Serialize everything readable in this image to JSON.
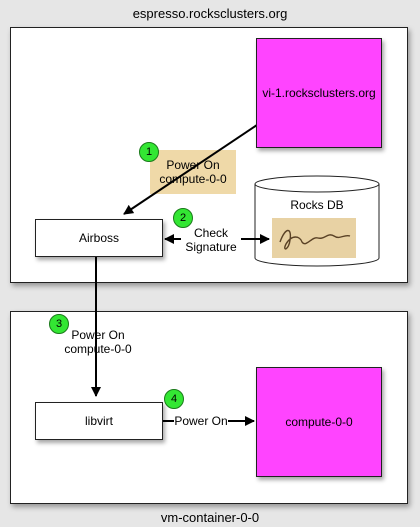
{
  "top_host": {
    "label": "espresso.rocksclusters.org"
  },
  "bottom_host": {
    "label": "vm-container-0-0"
  },
  "nodes": {
    "vi1": "vi-1.rocksclusters.org",
    "airboss": "Airboss",
    "rocksdb": "Rocks DB",
    "libvirt": "libvirt",
    "compute": "compute-0-0"
  },
  "steps": [
    {
      "number": "1",
      "line1": "Power On",
      "line2": "compute-0-0"
    },
    {
      "number": "2",
      "line1": "Check",
      "line2": "Signature"
    },
    {
      "number": "3",
      "line1": "Power On",
      "line2": "compute-0-0"
    },
    {
      "number": "4",
      "line1": "Power On"
    }
  ],
  "colors": {
    "vm_box": "#ff44ff",
    "step_badge": "#33e633",
    "note_fill": "#efd9a8"
  }
}
